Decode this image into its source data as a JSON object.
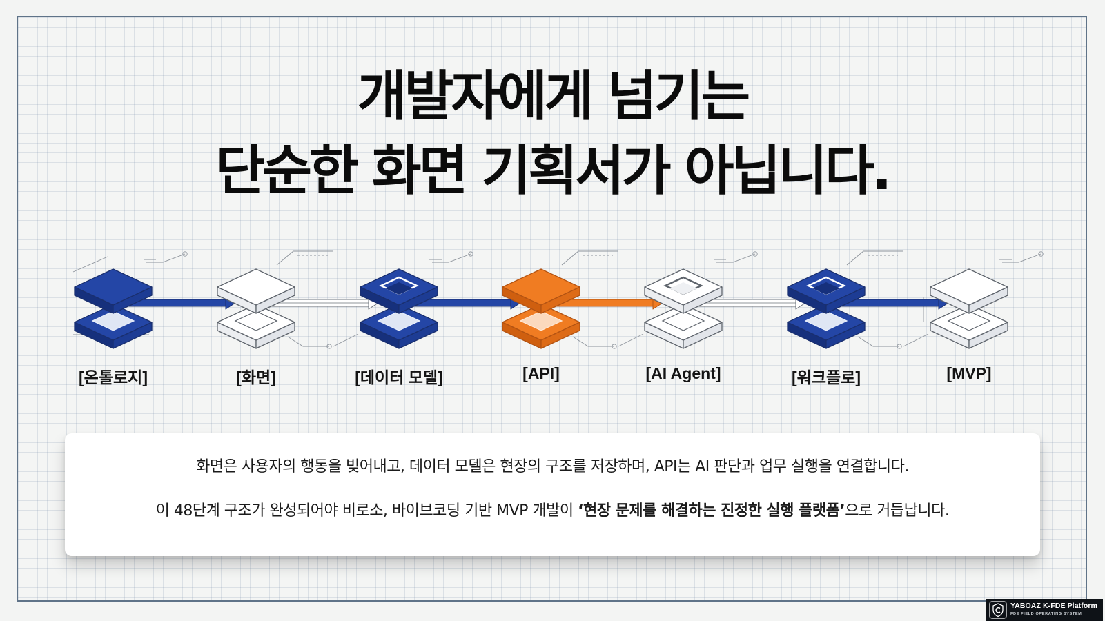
{
  "title": {
    "line1": "개발자에게 넘기는",
    "line2": "단순한 화면 기획서가 아닙니다."
  },
  "stages": [
    {
      "label": "[온톨로지]",
      "style": "solid-blue",
      "connector_to_next": "blue"
    },
    {
      "label": "[화면]",
      "style": "white",
      "connector_to_next": "outline"
    },
    {
      "label": "[데이터 모델]",
      "style": "frame-blue",
      "connector_to_next": "blue"
    },
    {
      "label": "[API]",
      "style": "solid-orange",
      "connector_to_next": "orange"
    },
    {
      "label": "[AI Agent]",
      "style": "frame-white",
      "connector_to_next": "outline"
    },
    {
      "label": "[워크플로]",
      "style": "frame-blue",
      "connector_to_next": "blue"
    },
    {
      "label": "[MVP]",
      "style": "white",
      "connector_to_next": null
    }
  ],
  "description": {
    "line1": "화면은 사용자의 행동을 빚어내고, 데이터 모델은 현장의 구조를 저장하며, API는 AI 판단과 업무 실행을 연결합니다.",
    "line2_prefix": "이 48단계 구조가 완성되어야 비로소, 바이브코딩 기반 MVP 개발이 ",
    "line2_emphasis": "‘현장 문제를 해결하는 진정한 실행 플랫폼’",
    "line2_suffix": "으로 거듭납니다."
  },
  "badge": {
    "name": "YABOAZ K-FDE Platform",
    "tagline": "FDE FIELD OPERATING SYSTEM"
  },
  "colors": {
    "blue": "#2446a6",
    "blue_dark": "#16307c",
    "blue_mid": "#1d3c94",
    "orange": "#f07c22",
    "orange_dark": "#cf5f0f",
    "orange_mid": "#dd6b17",
    "outline": "#6a7078",
    "title": "#0b0b0b"
  },
  "icons": {
    "badge_logo": "shield-logo-icon"
  }
}
